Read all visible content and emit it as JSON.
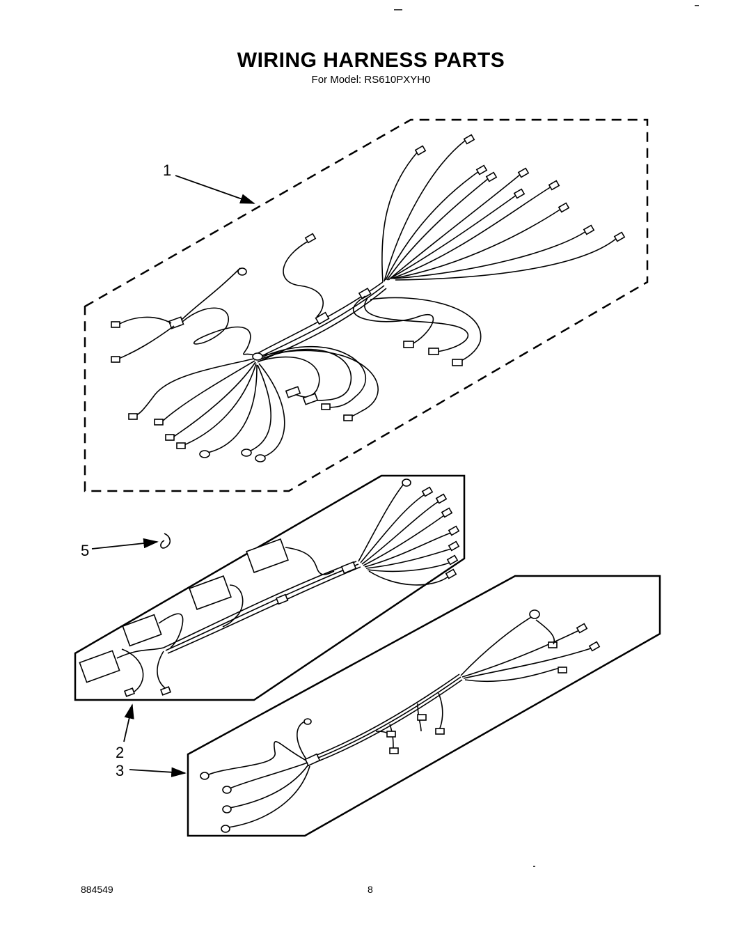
{
  "header": {
    "title": "WIRING HARNESS PARTS",
    "subtitle": "For Model: RS610PXYH0"
  },
  "callouts": {
    "c1": "1",
    "c2": "2",
    "c3": "3",
    "c5": "5"
  },
  "footer": {
    "doc_number": "884549",
    "page_number": "8"
  }
}
